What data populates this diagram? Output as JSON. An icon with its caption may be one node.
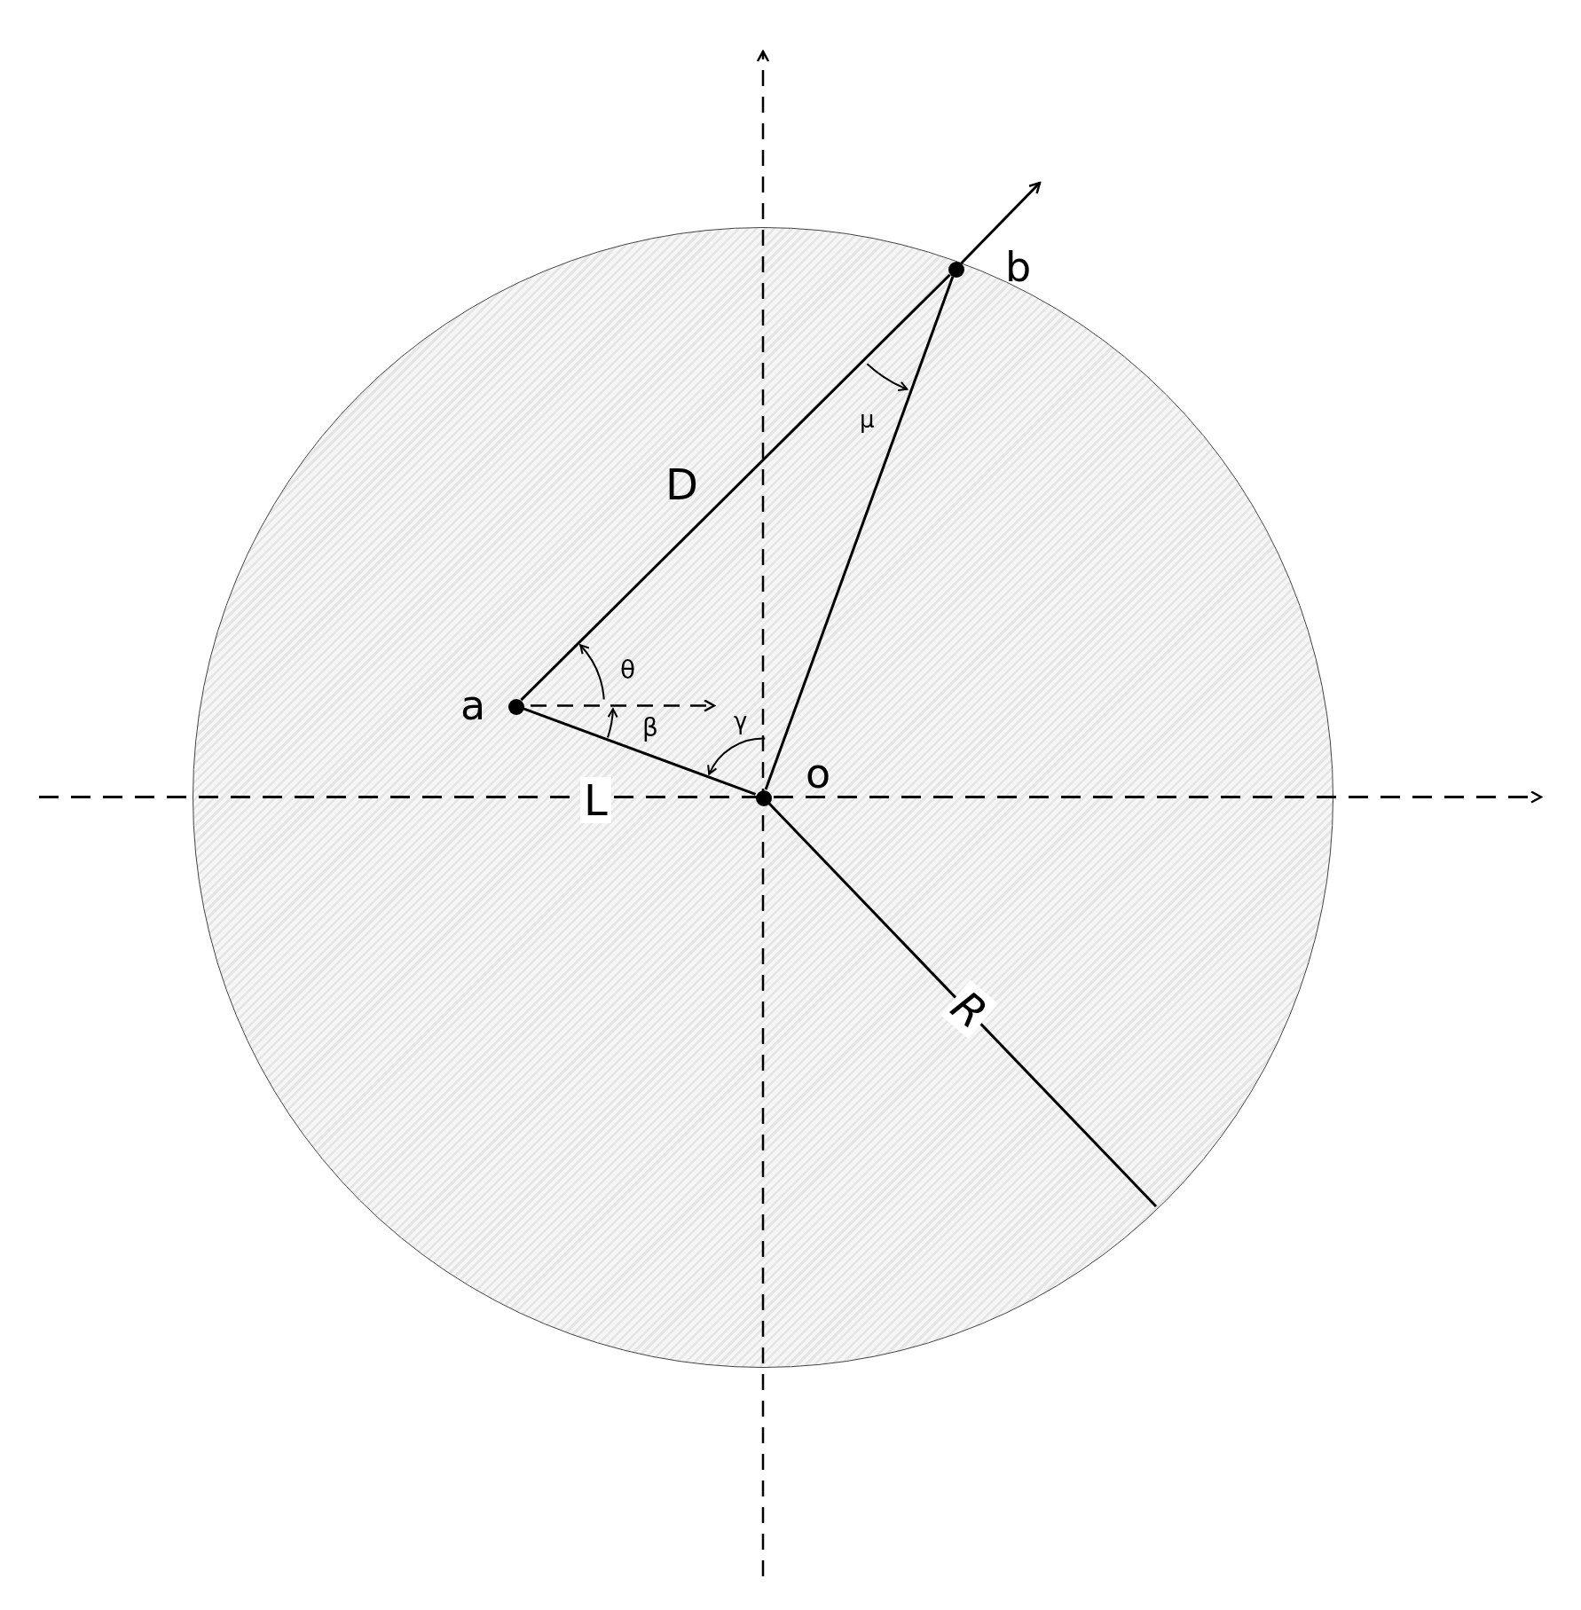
{
  "diagram": {
    "nodes": [
      {
        "text": [],
        "shape": "circle"
      },
      {
        "text": [
          "b"
        ],
        "in": 0
      },
      {
        "text": [
          "a"
        ],
        "in": 0
      },
      {
        "text": [
          "o"
        ],
        "in": 0
      }
    ],
    "edges": [
      {
        "from": 2,
        "to": 1,
        "arrow": "none",
        "label": "D"
      },
      {
        "from": 1,
        "to": null,
        "arrow": "to"
      },
      {
        "from": 3,
        "to": 1,
        "arrow": "none"
      },
      {
        "from": 2,
        "to": 3,
        "arrow": "none",
        "label": "L"
      },
      {
        "from": 3,
        "to": null,
        "arrow": "none",
        "label": "R"
      }
    ],
    "labels": [
      "μ",
      "θ",
      "β",
      "γ"
    ]
  }
}
